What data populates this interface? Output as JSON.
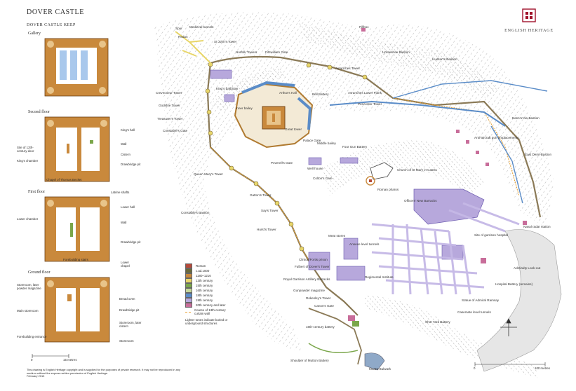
{
  "title": "Dover Castle",
  "subtitle": "Dover Castle Keep",
  "brand": {
    "name": "English Heritage",
    "accent": "#a0102a"
  },
  "floors": [
    {
      "name": "Gallery",
      "labels": []
    },
    {
      "name": "Second floor",
      "labels": [
        "King's hall",
        "Wall",
        "Cistern",
        "Drawbridge pit",
        "Site of 12th-century door",
        "King's chamber",
        "Chapel of Thomas Becket"
      ]
    },
    {
      "name": "First floor",
      "labels": [
        "Latrine shafts",
        "Lower hall",
        "Lower chamber",
        "Wall",
        "Drawbridge pit",
        "Forebuilding stairs",
        "Lower chapel"
      ]
    },
    {
      "name": "Ground floor",
      "labels": [
        "Storeroom, later powder magazine",
        "Bread oven",
        "Main storeroom",
        "Drawbridge pit",
        "Storeroom, later cistern",
        "Forebuilding entrance",
        "Storeroom"
      ]
    }
  ],
  "plan_scale": {
    "zero": "0",
    "end": "15 metres"
  },
  "map_scale": {
    "zero": "0",
    "end": "100 metres"
  },
  "legend": {
    "items": [
      {
        "label": "Roman",
        "color": "#b64a3a"
      },
      {
        "label": "c.ad.1000",
        "color": "#6a6a3a"
      },
      {
        "label": "1180–1216",
        "color": "#c9893c"
      },
      {
        "label": "13th century",
        "color": "#e8d66a"
      },
      {
        "label": "15th century",
        "color": "#7aa64a"
      },
      {
        "label": "16th century",
        "color": "#c6d79a"
      },
      {
        "label": "18th century",
        "color": "#5a8cc8"
      },
      {
        "label": "19th century",
        "color": "#b7a8dc"
      },
      {
        "label": "20th century and later",
        "color": "#c86d9a"
      }
    ],
    "course_label": "Course of 13th-century curtain wall",
    "note": "Lighter tones indicate buried or underground structures"
  },
  "map_labels": [
    "Spur",
    "Redan",
    "Medieval tunnels",
    "St John's Tower",
    "Norfolk Towers",
    "Fitzwilliam Gate",
    "Avranches Tower",
    "Pillbox",
    "Horseshoe Bastion",
    "Hudson's Bastion",
    "Crevecoeur Tower",
    "King's barbican",
    "Arthur's Hall",
    "Bell Battery",
    "Avranches Lower Flank",
    "Godsfoe Tower",
    "Inner bailey",
    "Pencester Tower",
    "Treasurer's Tower",
    "Great tower",
    "East Arrow Bastion",
    "Constable's Gate",
    "Palace Gate",
    "Middle bailey",
    "Four Gun Battery",
    "Anti-aircraft gun emplacements",
    "East Demi-Bastion",
    "Peverell's Gate",
    "Well house",
    "Church of St Mary in Castro",
    "Queen Mary's Tower",
    "Colton's Gate",
    "Roman pharos",
    "Gatton's Tower",
    "Officers' New Barracks",
    "Constable's Bastion",
    "Say's Tower",
    "Naval radar station",
    "Hurst's Tower",
    "Site of garrison hospital",
    "Meat stores",
    "Annexe level tunnels",
    "Clinton/Fortis prison",
    "Fulbert of Dover's Tower",
    "Admiralty Look-out",
    "Royal Garrison Artillery Barracks",
    "Regimental Institute",
    "Hospital Battery (remains)",
    "Gunpowder magazine",
    "Rokesley's Tower",
    "Statue of Admiral Ramsay",
    "Canon's Gate",
    "Casemate level tunnels",
    "Shot Yard Battery",
    "16th-century battery",
    "Shoulder of Mutton Battery",
    "Moat's Bulwark"
  ],
  "copyright": "This drawing is English Heritage copyright and is supplied for the purposes of private research. It may not be reproduced in any medium without the express written permission of English Heritage.",
  "date": "February 2013",
  "colors": {
    "stone": "#c9893c",
    "stone_light": "#e8c48a",
    "victorian": "#b7a8dc",
    "victorian_dark": "#7d6cbf",
    "georgian": "#5a8cc8",
    "georgian_light": "#a9c8ec",
    "hachure": "#8c8c8c"
  }
}
